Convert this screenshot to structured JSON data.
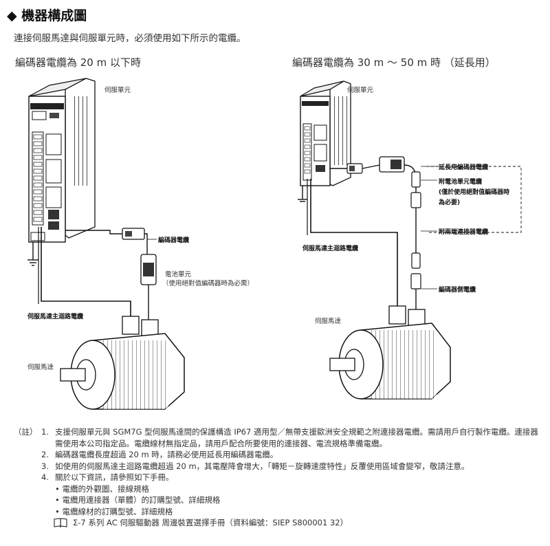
{
  "header": {
    "title": "◆ 機器構成圖",
    "intro": "連接伺服馬達與伺服單元時，必須使用如下所示的電纜。",
    "left_heading": "編碼器電纜為 20 m 以下時",
    "right_heading": "編碼器電纜為 30 m ～ 50 m 時 （延長用）"
  },
  "left_diagram": {
    "servo_unit_label": "伺服單元",
    "encoder_cable_label": "編碼器電纜",
    "battery_unit_label": "電池單元",
    "battery_unit_note": "（使用絕對值編碼器時為必需）",
    "main_circuit_label": "伺服馬達主迴路電纜",
    "servo_motor_label": "伺服馬達"
  },
  "right_diagram": {
    "servo_unit_label": "伺服單元",
    "extension_cable_label": "延長用編碼器電纜",
    "battery_cable_label": "附電池單元電纜",
    "battery_cable_note1": "(僅於使用絕對值編碼器時",
    "battery_cable_note2": "為必要)",
    "both_ends_cable_label": "附兩端連接器電纜",
    "main_circuit_label": "伺服馬達主迴路電纜",
    "encoder_side_cable_label": "編碼器側電纜",
    "servo_motor_label": "伺服馬達"
  },
  "notes": {
    "prefix": "（註）",
    "items": [
      {
        "num": "1.",
        "text": "支援伺服單元與 SGM7G 型伺服馬達間的保護構造 IP67 適用型／無帶支援歐洲安全規範之附連接器電纜。需請用戶自行製作電纜。連接器需使用本公司指定品。電纜線材無指定品，請用戶配合所要使用的連接器、電流規格準備電纜。"
      },
      {
        "num": "2.",
        "text": "編碼器電纜長度超過 20 m 時，請務必使用延長用編碼器電纜。"
      },
      {
        "num": "3.",
        "text": "如使用的伺服馬達主迴路電纜超過 20 m，其電壓降會增大，「轉矩－旋轉速度特性」反覆使用區域會變窄，敬請注意。"
      },
      {
        "num": "4.",
        "text": "關於以下資訊，請參照如下手冊。"
      }
    ],
    "bullets": [
      "• 電纜的外觀圖、接線規格",
      "• 電纜用連接器（單體）的訂購型號、詳細規格",
      "• 電纜線材的訂購型號、詳細規格"
    ],
    "manual": "Σ-7 系列 AC 伺服驅動器 周邊裝置選擇手冊（資料編號：SIEP S800001 32）"
  }
}
